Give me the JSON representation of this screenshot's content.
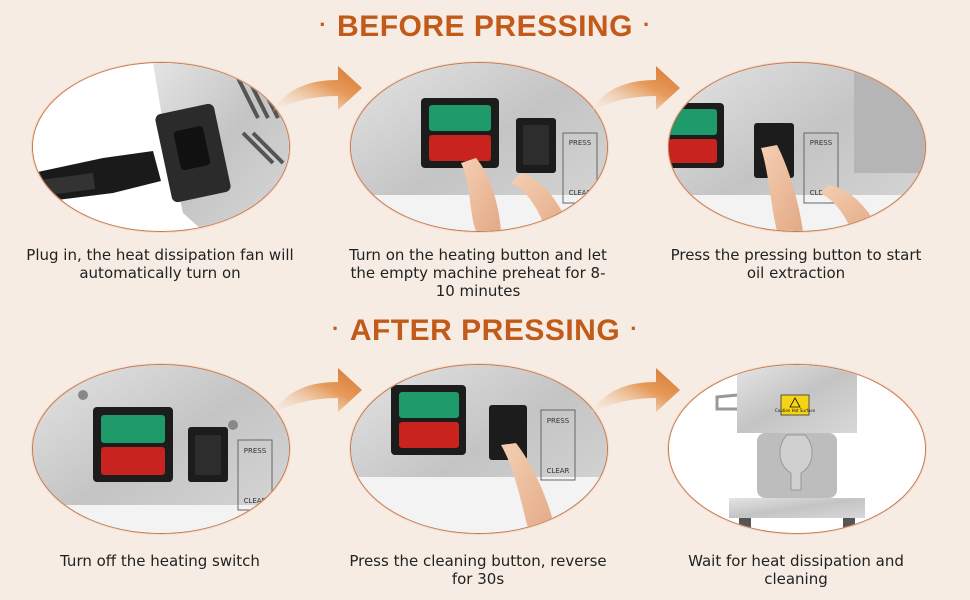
{
  "sections": {
    "before_title": "BEFORE PRESSING",
    "after_title": "AFTER PRESSING",
    "title_dot": "·"
  },
  "steps": [
    {
      "caption": "Plug in, the heat dissipation fan will automatically turn on",
      "photo": "plug-in-power-cord"
    },
    {
      "caption": "Turn on the heating button and let the empty machine preheat for 8-10 minutes",
      "photo": "press-heating-switch"
    },
    {
      "caption": "Press the pressing button to start oil extraction",
      "photo": "press-pressing-button"
    },
    {
      "caption": "Turn off the heating switch",
      "photo": "switch-panel"
    },
    {
      "caption": "Press the cleaning button, reverse for 30s",
      "photo": "press-cleaning-button"
    },
    {
      "caption": "Wait for heat dissipation and cleaning",
      "photo": "oil-press-machine"
    }
  ],
  "panel_labels": {
    "press": "PRESS",
    "clear": "CLEAR",
    "warning": "Caution Hot Surface"
  },
  "colors": {
    "accent": "#c25a19",
    "arrow": "#e0853b",
    "background": "#f6ece3",
    "switch_green": "#1f9a6a",
    "switch_red": "#c8231f",
    "steel": "#c9c9c9"
  }
}
